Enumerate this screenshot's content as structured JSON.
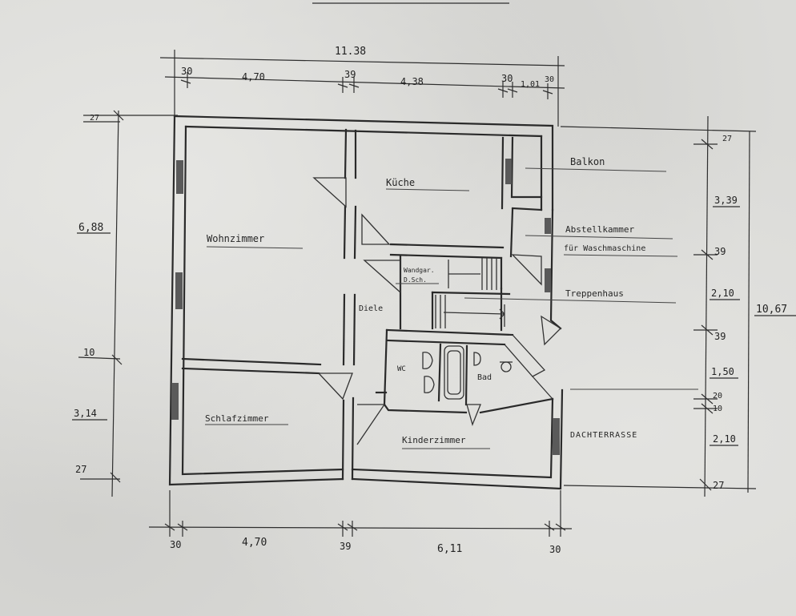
{
  "rooms": {
    "wohnzimmer": "Wohnzimmer",
    "kueche": "Küche",
    "balkon": "Balkon",
    "abstellkammer_1": "Abstellkammer",
    "abstellkammer_2": "für Waschmaschine",
    "treppenhaus": "Treppenhaus",
    "diele": "Diele",
    "schlafzimmer": "Schlafzimmer",
    "kinderzimmer": "Kinderzimmer",
    "wc": "WC",
    "bad": "Bad",
    "dachterrasse": "DACHTERRASSE",
    "garderobe_1": "Wandgar.",
    "garderobe_2": "D.Sch."
  },
  "dimensions": {
    "top_total": "11.38",
    "top_30a": "30",
    "top_470": "4,70",
    "top_39": "39",
    "top_438": "4,38",
    "top_30b": "30",
    "top_101": "1,01",
    "top_30c": "30",
    "bottom_30a": "30",
    "bottom_470": "4,70",
    "bottom_39": "39",
    "bottom_611": "6,11",
    "bottom_30b": "30",
    "left_27top": "27",
    "left_688": "6,88",
    "left_10": "10",
    "left_314": "3,14",
    "left_27bot": "27",
    "right_27top": "27",
    "right_339": "3,39",
    "right_395a": "39",
    "right_210a": "2,10",
    "right_395b": "39",
    "right_150": "1,50",
    "right_20": "20",
    "right_10": "10",
    "right_210b": "2,10",
    "right_27bot": "27",
    "right_total": "10,67"
  }
}
